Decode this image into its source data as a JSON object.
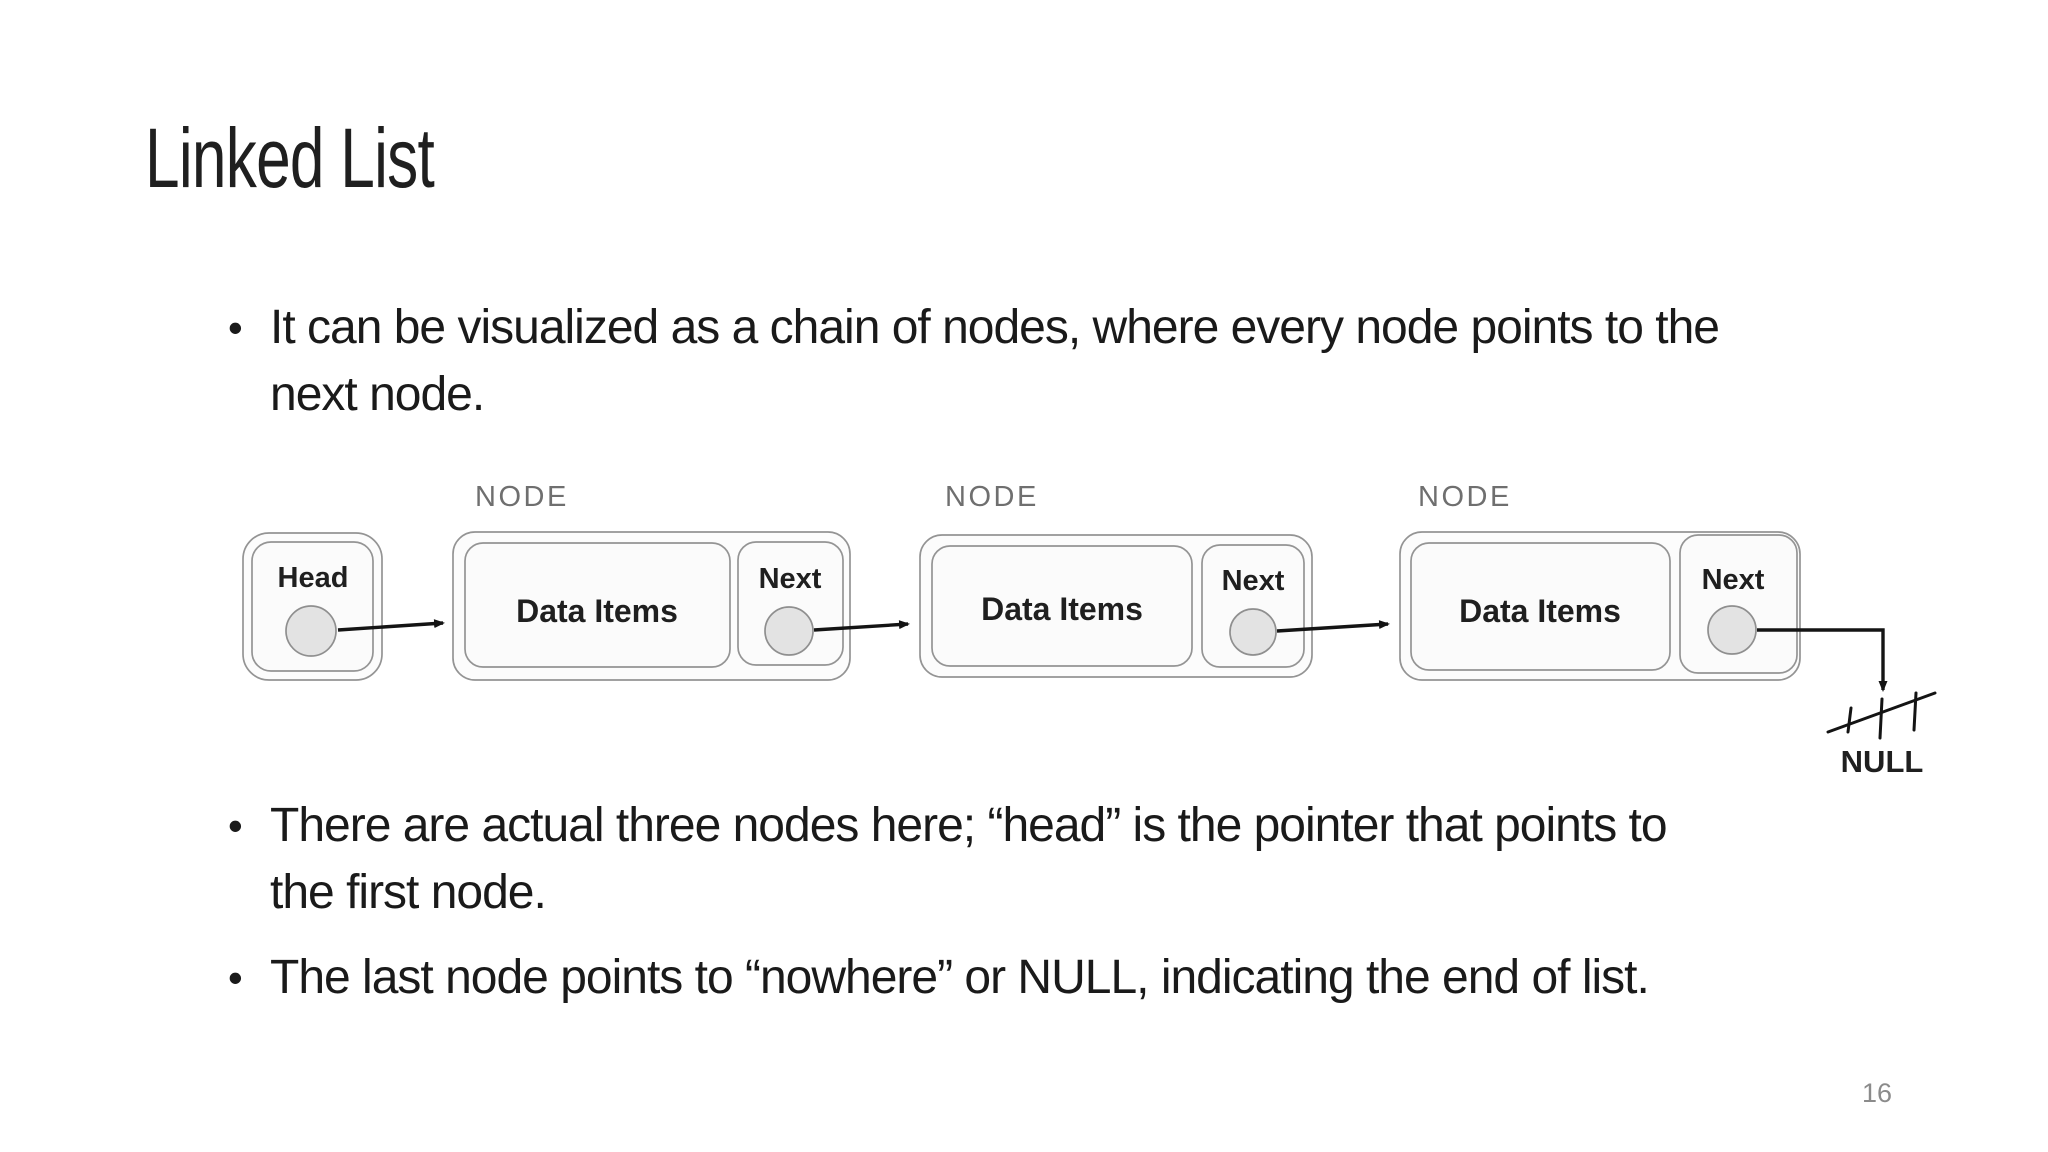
{
  "slide": {
    "title": "Linked List",
    "page_number": "16",
    "bullet_char": "•",
    "bullets": [
      {
        "lines": [
          "It can be visualized as a chain of nodes, where every node points to the",
          "next node."
        ]
      },
      {
        "lines": [
          "There are actual three nodes here; “head” is the pointer that points to",
          "the first node."
        ]
      },
      {
        "lines": [
          "The last node points to “nowhere” or NULL, indicating the end of list."
        ]
      }
    ]
  },
  "diagram": {
    "node_caption": "NODE",
    "head": {
      "label": "Head"
    },
    "nodes": [
      {
        "data_label": "Data Items",
        "next_label": "Next"
      },
      {
        "data_label": "Data Items",
        "next_label": "Next"
      },
      {
        "data_label": "Data Items",
        "next_label": "Next"
      }
    ],
    "null_label": "NULL",
    "colors": {
      "box_border": "#949494",
      "box_fill": "#fcfcfc",
      "circle_fill": "#e3e3e3",
      "circle_border": "#8f8f8f",
      "arrow": "#141414",
      "node_caption_text": "#6f6f6f",
      "body_text": "#1a1a1a",
      "page_number_text": "#8b8b8b"
    }
  }
}
